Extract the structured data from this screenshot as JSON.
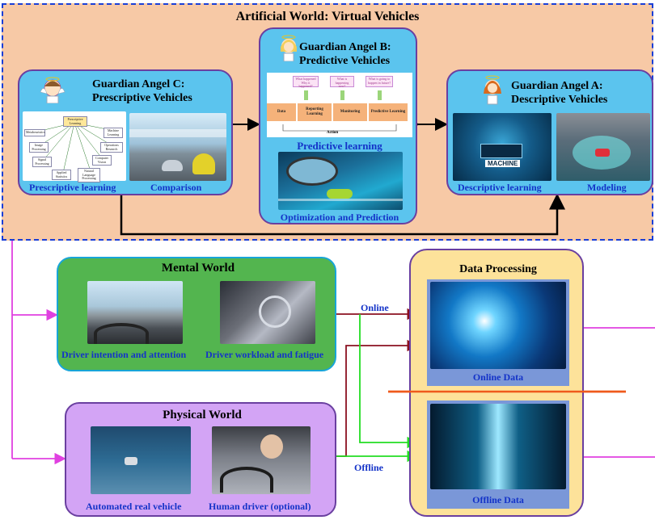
{
  "artificial_world": {
    "title": "Artificial World: Virtual Vehicles"
  },
  "angel_c": {
    "title_line1": "Guardian Angel C:",
    "title_line2": "Prescriptive Vehicles",
    "caption_left": "Prescriptive learning",
    "caption_right": "Comparison",
    "mindmap_root": "Prescriptive Learning",
    "mindmap_nodes": [
      "Metaheuristics",
      "Image Processing",
      "Signal Processing",
      "Applied Statistics",
      "Natural Language Processing",
      "Computer Vision",
      "Operations Research",
      "Machine Learning"
    ]
  },
  "angel_b": {
    "title_line1": "Guardian Angel B:",
    "title_line2": "Predictive Vehicles",
    "questions": [
      "What happened Why it happened?",
      "What is happening now?",
      "What is going to happen in future?"
    ],
    "flow": [
      "Data",
      "Reporting Learning",
      "Monitoring",
      "Predictive Learning"
    ],
    "action": "Action",
    "caption_mid": "Predictive learning",
    "caption_bottom": "Optimization and Prediction"
  },
  "angel_a": {
    "title_line1": "Guardian Angel A:",
    "title_line2": "Descriptive Vehicles",
    "caption_left": "Descriptive learning",
    "caption_right": "Modeling",
    "screen_text": "MACHINE"
  },
  "mental_world": {
    "title": "Mental World",
    "caption_left": "Driver intention and attention",
    "caption_right": "Driver workload and fatigue"
  },
  "physical_world": {
    "title": "Physical World",
    "caption_left": "Automated real vehicle",
    "caption_right": "Human driver (optional)"
  },
  "data_processing": {
    "title": "Data Processing",
    "online_label": "Online Data",
    "offline_label": "Offline Data"
  },
  "connectors": {
    "online": "Online",
    "offline": "Offline"
  },
  "colors": {
    "magenta": "#e040e0",
    "darkred": "#8b1020",
    "green": "#22dd22",
    "orange": "#ef5a1c",
    "navy": "#1a3fd6"
  }
}
